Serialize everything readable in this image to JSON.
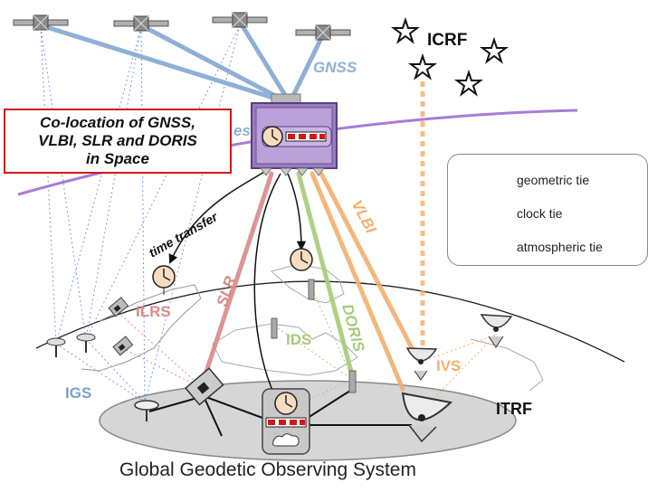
{
  "callout": {
    "lines": [
      "Co-location of GNSS,",
      "VLBI, SLR and DORIS",
      "in Space"
    ]
  },
  "labels": {
    "gnss": "GNSS",
    "icrf": "ICRF",
    "itrf": "ITRF",
    "time_transfer": "time transfer",
    "slr": "SLR",
    "vlbi": "VLBI",
    "doris": "DORIS",
    "ilrs": "ILRS",
    "ids": "IDS",
    "ivs": "IVS",
    "igs": "IGS",
    "ggos": "Global Geodetic Observing System",
    "clipped_text": "es"
  },
  "legend": {
    "geometric": "geometric tie",
    "clock": "clock tie",
    "atmospheric": "atmospheric tie"
  },
  "colors": {
    "gnss": "#8fb0d6",
    "slr": "#d98a8a",
    "doris": "#a6cc7a",
    "vlbi": "#f2b06e",
    "icrf": "#f2b06e",
    "orbit": "#8a50c8",
    "callout_border": "#d01818",
    "tie_red": "#d01818",
    "satellite_body": "#9a7cc0"
  }
}
